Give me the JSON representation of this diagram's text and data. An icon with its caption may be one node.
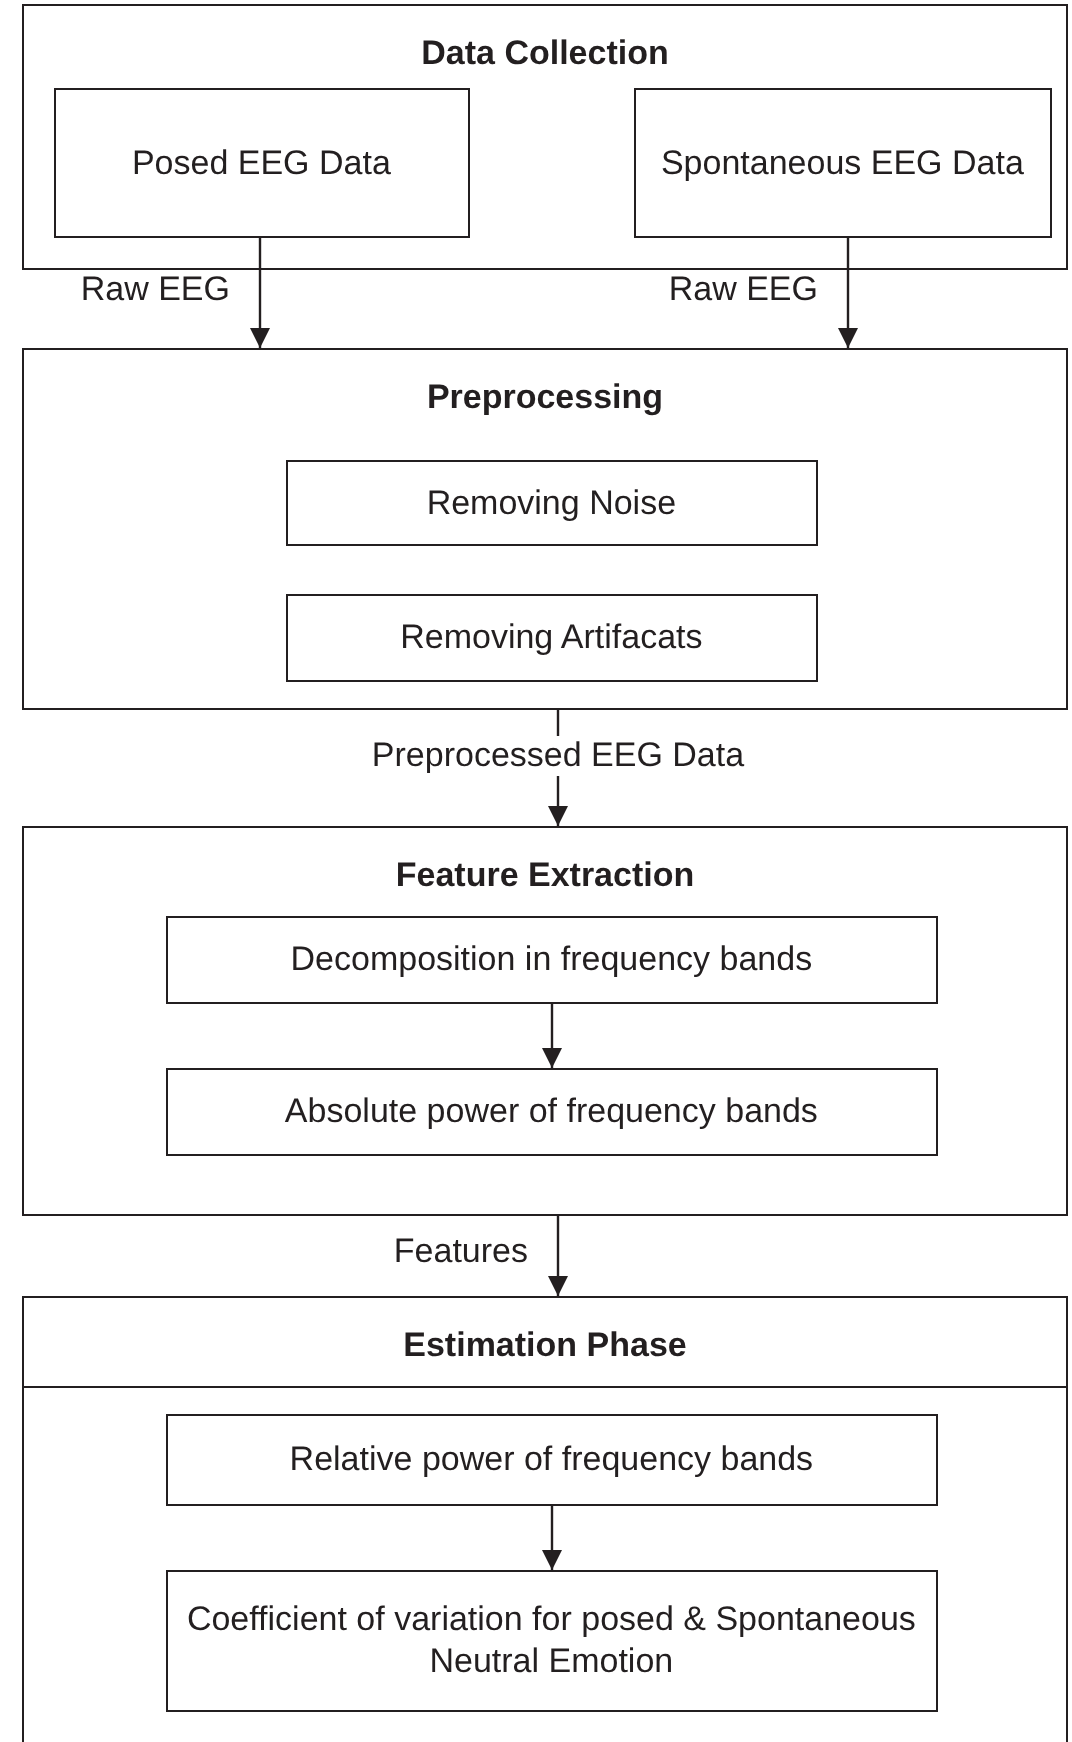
{
  "diagram": {
    "nodes": [
      {
        "text": [
          "Data Collection"
        ]
      },
      {
        "text": [
          "Posed EEG Data"
        ],
        "in": 0
      },
      {
        "text": [
          "Spontaneous EEG Data"
        ],
        "in": 0
      },
      {
        "text": [
          "Preprocessing"
        ]
      },
      {
        "text": [
          "Removing Noise"
        ],
        "in": 3
      },
      {
        "text": [
          "Removing Artifacats"
        ],
        "in": 3
      },
      {
        "text": [
          "Feature Extraction"
        ]
      },
      {
        "text": [
          "Decomposition in frequency bands"
        ],
        "in": 6
      },
      {
        "text": [
          "Absolute power of frequency bands"
        ],
        "in": 6
      },
      {
        "text": [
          "Estimation Phase"
        ]
      },
      {
        "text": [
          "Relative power of frequency bands"
        ],
        "in": 9
      },
      {
        "text": [
          "Coefficient of variation for posed & Spontaneous Neutral Emotion"
        ],
        "in": 9
      }
    ],
    "edges": [
      {
        "from": 1,
        "to": 3,
        "arrow": "to",
        "label": "Raw EEG"
      },
      {
        "from": 2,
        "to": 3,
        "arrow": "to",
        "label": "Raw EEG"
      },
      {
        "from": 3,
        "to": 6,
        "arrow": "to",
        "label": "Preprocessed EEG Data"
      },
      {
        "from": 7,
        "to": 8,
        "arrow": "to"
      },
      {
        "from": 6,
        "to": 9,
        "arrow": "to",
        "label": "Features"
      },
      {
        "from": 10,
        "to": 11,
        "arrow": "to"
      }
    ]
  }
}
